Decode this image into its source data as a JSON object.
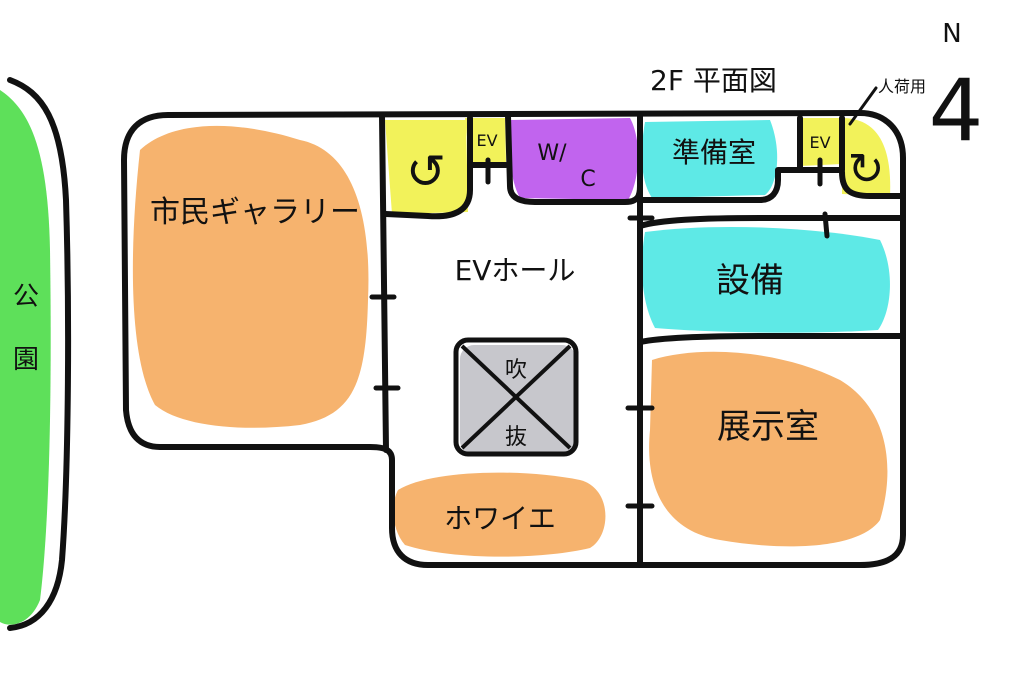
{
  "title": "2F 平面図",
  "north": {
    "letter": "N",
    "number": "4"
  },
  "annotation": "人荷用",
  "park": {
    "label_top": "公",
    "label_bottom": "園"
  },
  "rooms": {
    "gallery": "市民ギャラリー",
    "ev_hall": "EVホール",
    "void_top": "吹",
    "void_bottom": "抜",
    "foyer": "ホワイエ",
    "wc_top": "W/",
    "wc_bottom": "C",
    "prep": "準備室",
    "equipment": "設備",
    "exhibition": "展示室",
    "ev_left": "EV",
    "ev_right": "EV",
    "stair_left": "↺",
    "stair_right": "↻"
  },
  "colors": {
    "park": "#5ee05a",
    "orange": "#f6b36e",
    "yellow": "#f2f25a",
    "cyan": "#5ee9e6",
    "purple": "#c164ee",
    "void": "#c7c7cc",
    "ink": "#111111"
  }
}
